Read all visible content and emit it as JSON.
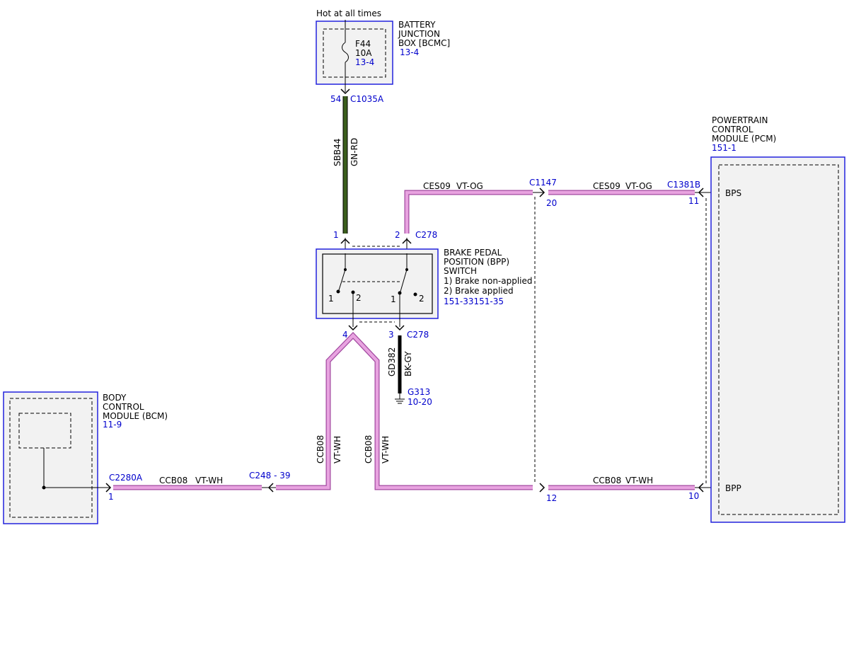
{
  "colors": {
    "module_border": "#2222dd",
    "module_fill": "#f2f2f2",
    "wire_pink": "#e8a3e0",
    "wire_purple": "#a24aa0",
    "wire_green": "#3b5e1c",
    "wire_black": "#000000",
    "ref_text": "#0000cc"
  },
  "labels": {
    "hot_at_all_times": "Hot at all times",
    "bjb": {
      "line1": "BATTERY",
      "line2": "JUNCTION",
      "line3": "BOX [BCMC]",
      "ref": "13-4"
    },
    "fuse": {
      "name": "F44",
      "rating": "10A",
      "ref": "13-4"
    },
    "c1035a": {
      "pin": "54",
      "name": "C1035A"
    },
    "sbb44": {
      "circuit": "SBB44",
      "color": "GN-RD"
    },
    "pcm": {
      "line1": "POWERTRAIN",
      "line2": "CONTROL",
      "line3": "MODULE (PCM)",
      "ref": "151-1",
      "bps": "BPS",
      "bpp": "BPP"
    },
    "ces09_left": {
      "circuit": "CES09",
      "color": "VT-OG"
    },
    "ces09_right": {
      "circuit": "CES09",
      "color": "VT-OG"
    },
    "c1147": {
      "name": "C1147",
      "pin_top": "20",
      "pin_bottom": "12"
    },
    "c1381b": {
      "name": "C1381B",
      "pin_top": "11",
      "pin_bottom": "10"
    },
    "bpp_switch": {
      "line1": "BRAKE PEDAL",
      "line2": "POSITION (BPP)",
      "line3": "SWITCH",
      "line4": "1) Brake non-applied",
      "line5": "2) Brake applied",
      "ref": "151-33151-35",
      "pin1": "1",
      "pin2": "2",
      "pin3": "3",
      "pin4": "4",
      "conn": "C278",
      "conn_bottom": "C278",
      "sw_left_1": "1",
      "sw_left_2": "2",
      "sw_right_1": "1",
      "sw_right_2": "2"
    },
    "gd382": {
      "circuit": "GD382",
      "color": "BK-GY"
    },
    "g313": {
      "name": "G313",
      "ref": "10-20"
    },
    "bcm": {
      "line1": "BODY",
      "line2": "CONTROL",
      "line3": "MODULE (BCM)",
      "ref": "11-9"
    },
    "c2280a": {
      "name": "C2280A",
      "pin": "1"
    },
    "ccb08_bcm": {
      "circuit": "CCB08",
      "color": "VT-WH"
    },
    "c248": {
      "name": "C248 - 39"
    },
    "ccb08_left_vert": {
      "circuit": "CCB08",
      "color": "VT-WH"
    },
    "ccb08_right_vert": {
      "circuit": "CCB08",
      "color": "VT-WH"
    },
    "ccb08_pcm": {
      "circuit": "CCB08",
      "color": "VT-WH"
    }
  }
}
